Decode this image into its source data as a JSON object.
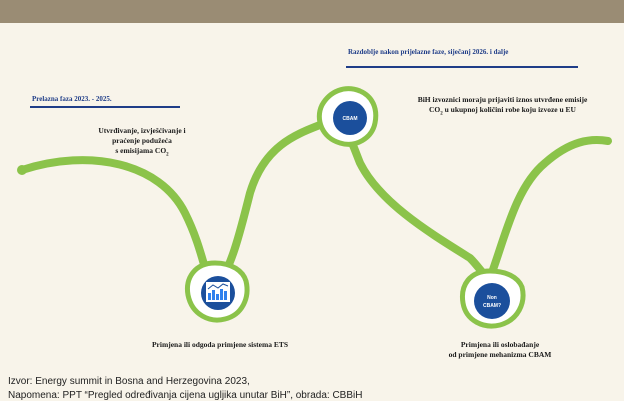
{
  "header": {
    "title_fragment": ""
  },
  "phases": {
    "first": {
      "label": "Prelazna faza 2023. - 2025."
    },
    "second": {
      "label": "Razdoblje nakon prijelazne faze, siječanj 2026. i dalje"
    }
  },
  "descriptions": {
    "monitoring": {
      "line1": "Utvrđivanje, izvješćivanje i",
      "line2": "praćenje podužeća",
      "line3_main": "s emisijama CO",
      "line3_sub": "2"
    },
    "exporters": {
      "line1": "BiH izvoznici moraju prijaviti iznos utvrđene emisije",
      "line2_a": "CO",
      "line2_sub": "2",
      "line2_b": " u ukupnoj količini robe koju izvoze u EU"
    }
  },
  "nodes": {
    "ets": {
      "caption": "Primjena ili odgoda primjene sistema ETS",
      "icon": "bar-chart-icon"
    },
    "cbam": {
      "label": "CBAM"
    },
    "non_cbam": {
      "label_line1": "Non",
      "label_line2": "CBAM?",
      "caption_line1": "Primjena ili oslobađanje",
      "caption_line2": "od primjene mehanizma CBAM"
    }
  },
  "footer": {
    "source": "Izvor: Energy summit in Bosna and Herzegovina 2023,",
    "note_fragment": "Napomena: PPT “Pregled određivanja cijena ugljika unutar BiH”, obrada: CBBiH"
  },
  "colors": {
    "curve": "#8bc34a",
    "circle": "#1b4f9c",
    "ink": "#1f3d88",
    "banner": "#9a8c74",
    "background": "#f8f4ea"
  }
}
